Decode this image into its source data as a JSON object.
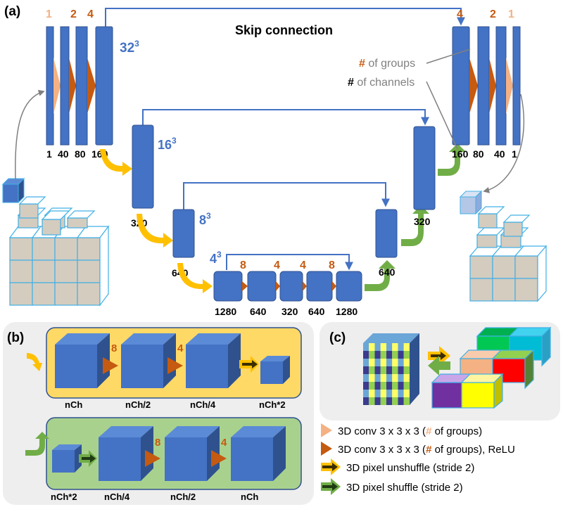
{
  "panel_labels": {
    "a": "(a)",
    "b": "(b)",
    "c": "(c)"
  },
  "skip_connection": "Skip connection",
  "resolutions": {
    "r32": "32",
    "r16": "16",
    "r8": "8",
    "r4": "4",
    "exp": "3"
  },
  "encoder_groups": [
    "1",
    "2",
    "4"
  ],
  "decoder_groups": [
    "4",
    "2",
    "1"
  ],
  "encoder_channels": [
    "1",
    "40",
    "80",
    "160"
  ],
  "decoder_channels": [
    "160",
    "80",
    "40",
    "1"
  ],
  "channels_320_left": "320",
  "channels_640_left": "640",
  "channels_320_right": "320",
  "channels_640_right": "640",
  "bottleneck_groups": [
    "8",
    "4",
    "4",
    "8"
  ],
  "bottleneck_channels": [
    "1280",
    "640",
    "320",
    "640",
    "1280"
  ],
  "annot_groups_hash": "#",
  "annot_groups_text": " of groups",
  "annot_channels_hash": "#",
  "annot_channels_text": " of channels",
  "b_top_labels": [
    "nCh",
    "nCh/2",
    "nCh/4",
    "nCh*2"
  ],
  "b_top_groups": [
    "8",
    "4"
  ],
  "b_bottom_labels": [
    "nCh*2",
    "nCh/4",
    "nCh/2",
    "nCh"
  ],
  "b_bottom_groups": [
    "8",
    "4"
  ],
  "legend": [
    {
      "pre": "3D conv 3 x 3 x 3 (",
      "hash": "#",
      "post": " of groups)"
    },
    {
      "pre": "3D conv 3 x 3 x 3 (",
      "hash": "#",
      "post": " of groups), ReLU"
    },
    {
      "pre": "3D pixel unshuffle (stride 2)",
      "hash": "",
      "post": ""
    },
    {
      "pre": "3D pixel shuffle (stride 2)",
      "hash": "",
      "post": ""
    }
  ],
  "colors": {
    "block": "#4472c4",
    "block_edge": "#2f528f",
    "orange": "#c55a11",
    "light_orange": "#f4b183",
    "yellow_arrow": "#ffc000",
    "green_arrow": "#70ad47",
    "skip": "#4472c4",
    "panel_b_top": "#ffd966",
    "panel_b_bottom": "#a9d18e"
  }
}
